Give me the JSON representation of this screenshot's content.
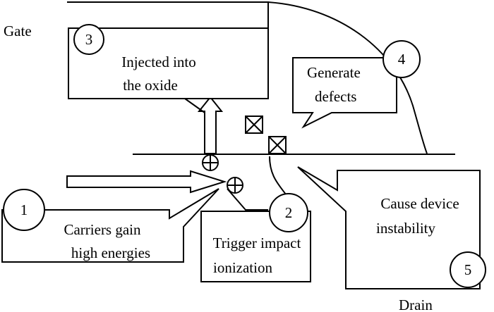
{
  "terminals": {
    "gate": "Gate",
    "drain": "Drain"
  },
  "callouts": [
    {
      "number": "1",
      "line1": "Carriers gain",
      "line2": "high energies"
    },
    {
      "number": "2",
      "line1": "Trigger impact",
      "line2": "ionization"
    },
    {
      "number": "3",
      "line1": "Injected into",
      "line2": "the oxide"
    },
    {
      "number": "4",
      "line1": "Generate",
      "line2": "defects"
    },
    {
      "number": "5",
      "line1": "Cause device",
      "line2": "instability"
    }
  ],
  "symbols": {
    "hole": "⊕",
    "defect": "⊠"
  }
}
